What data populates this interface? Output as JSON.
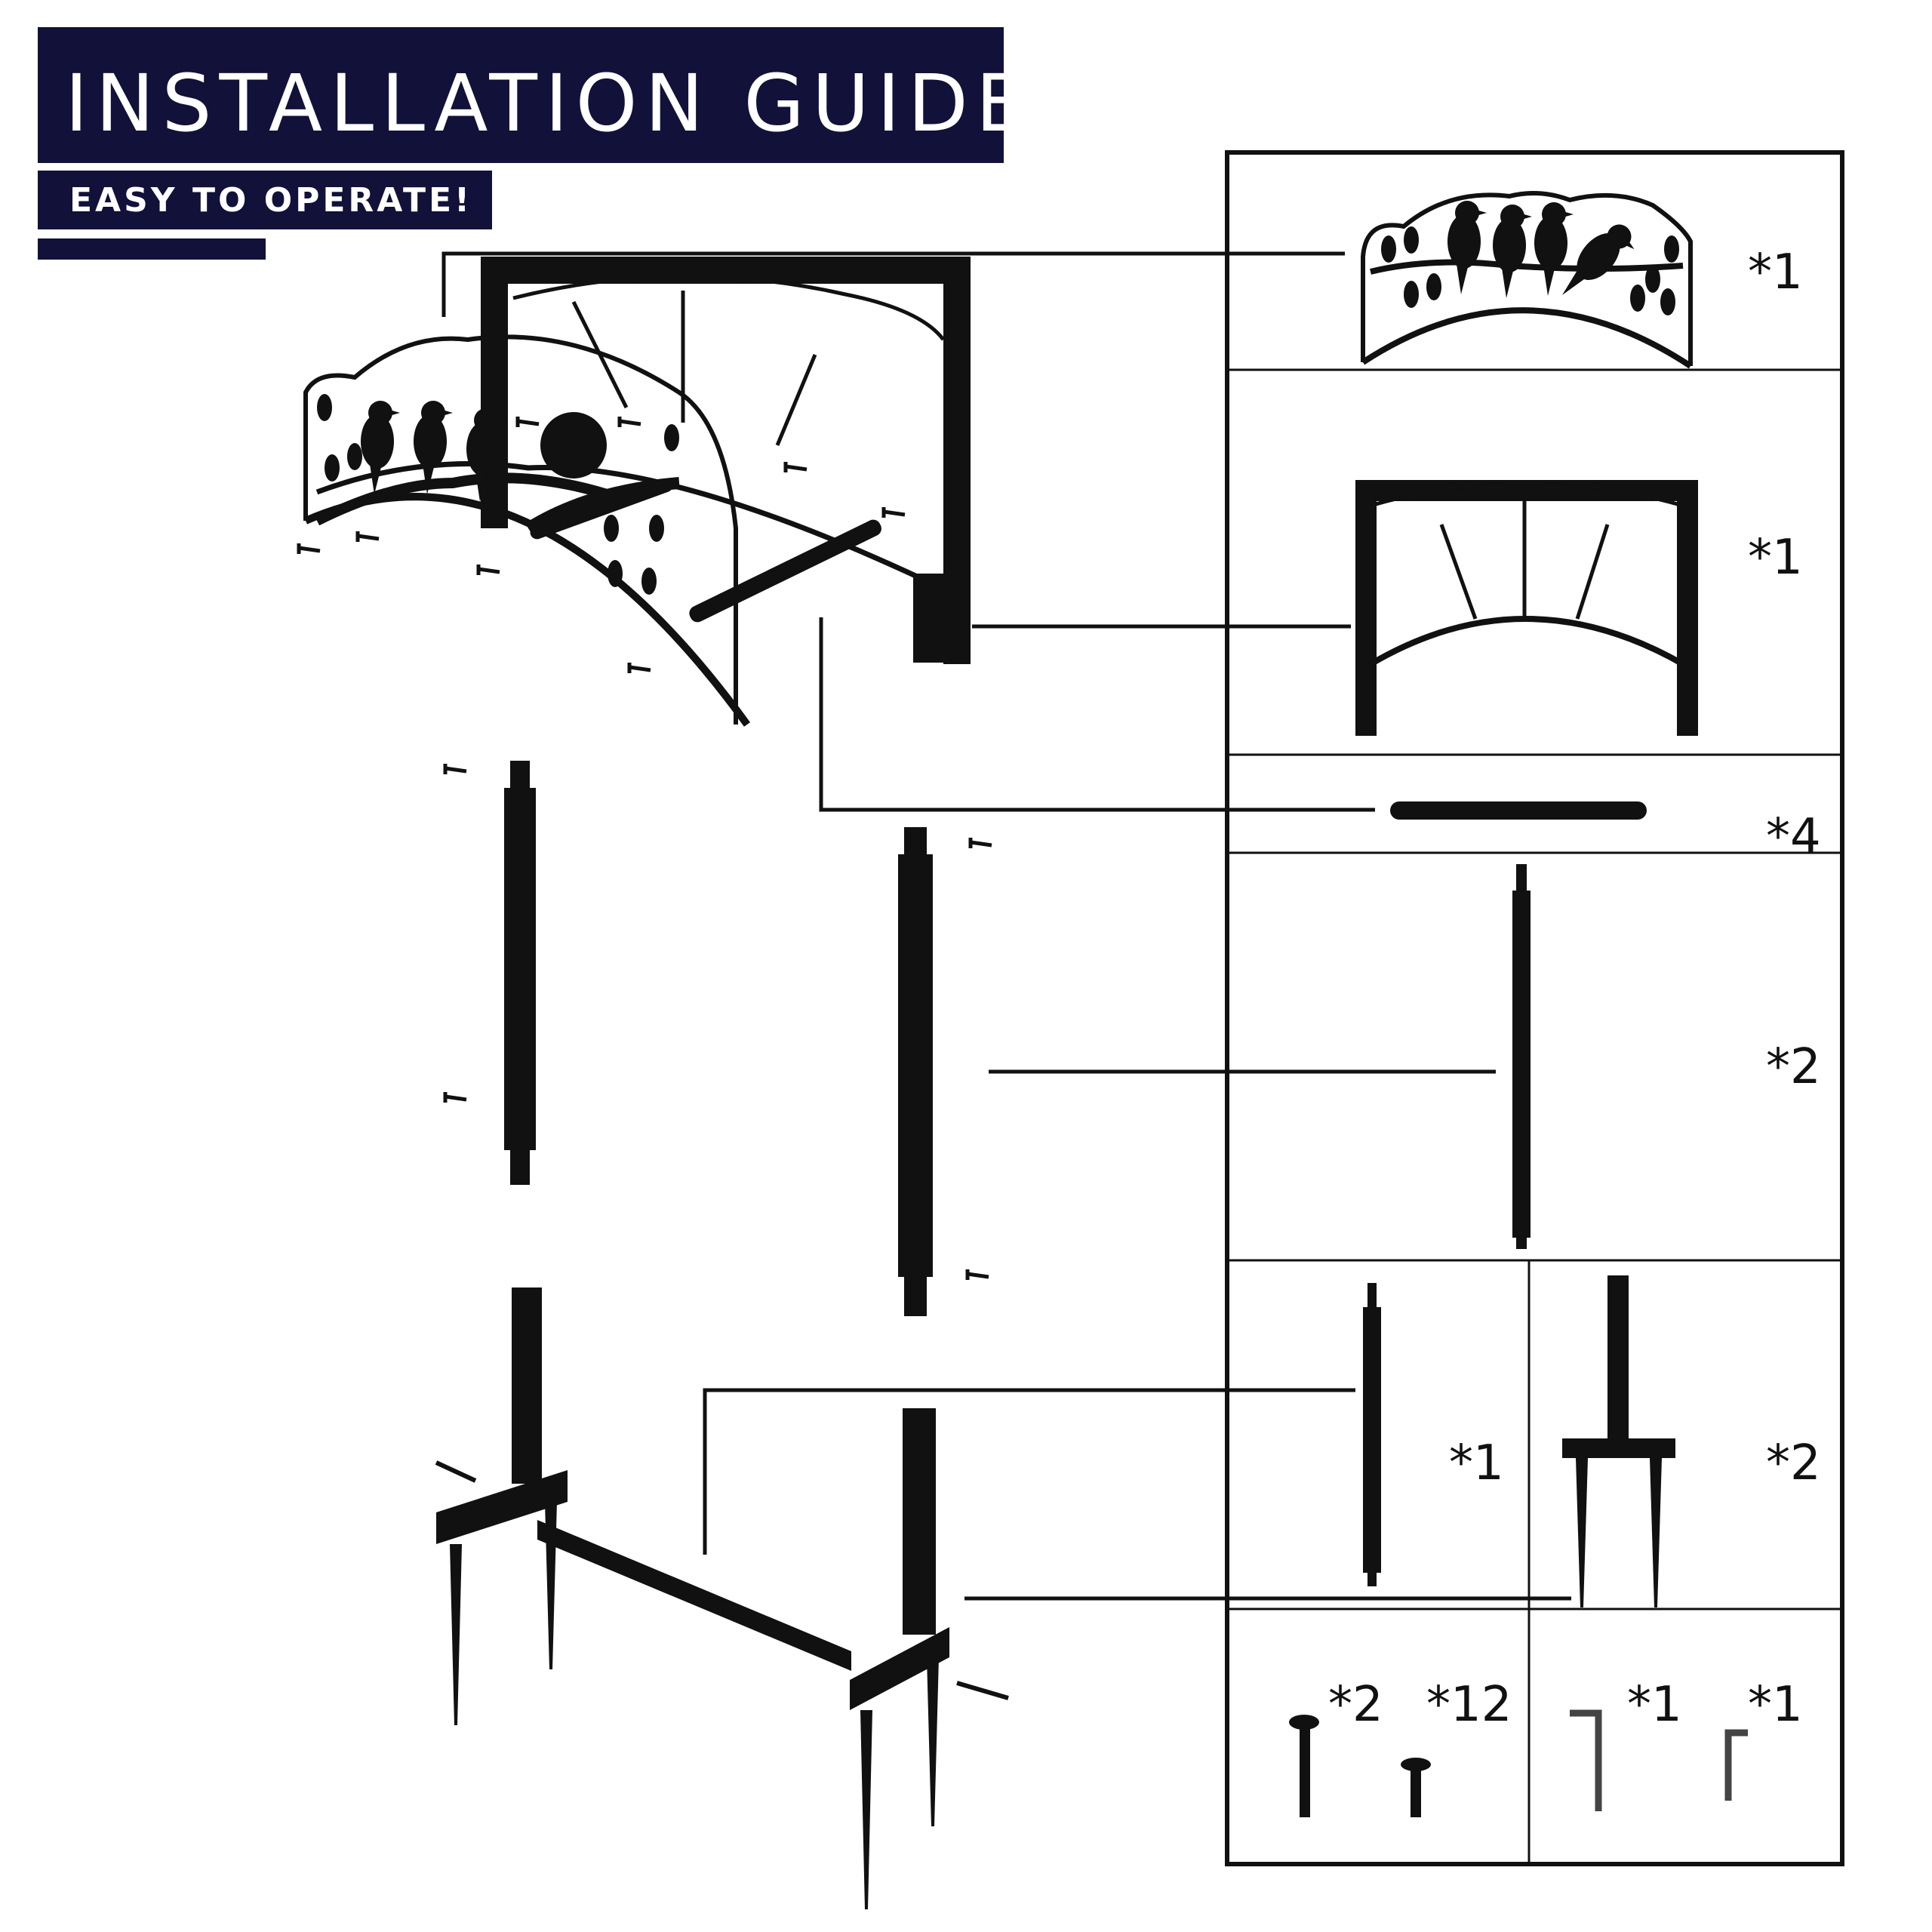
{
  "header": {
    "title": "INSTALLATION GUIDE",
    "subtitle": "EASY TO OPERATE!"
  },
  "parts_list": {
    "items": [
      {
        "name": "decorative-bird-panel",
        "quantity": "*1"
      },
      {
        "name": "top-arch-frame",
        "quantity": "*1"
      },
      {
        "name": "cross-tube",
        "quantity": "*4"
      },
      {
        "name": "upright-pole",
        "quantity": "*2"
      },
      {
        "name": "center-pole",
        "quantity": "*1"
      },
      {
        "name": "ground-stake-base",
        "quantity": "*2"
      },
      {
        "name": "long-bolt",
        "quantity": "*2"
      },
      {
        "name": "short-bolt",
        "quantity": "*12"
      },
      {
        "name": "large-hex-key",
        "quantity": "*1"
      },
      {
        "name": "small-hex-key",
        "quantity": "*1"
      }
    ]
  },
  "colors": {
    "banner": "#12113a",
    "metal": "#111111",
    "frame_line": "#111111"
  }
}
